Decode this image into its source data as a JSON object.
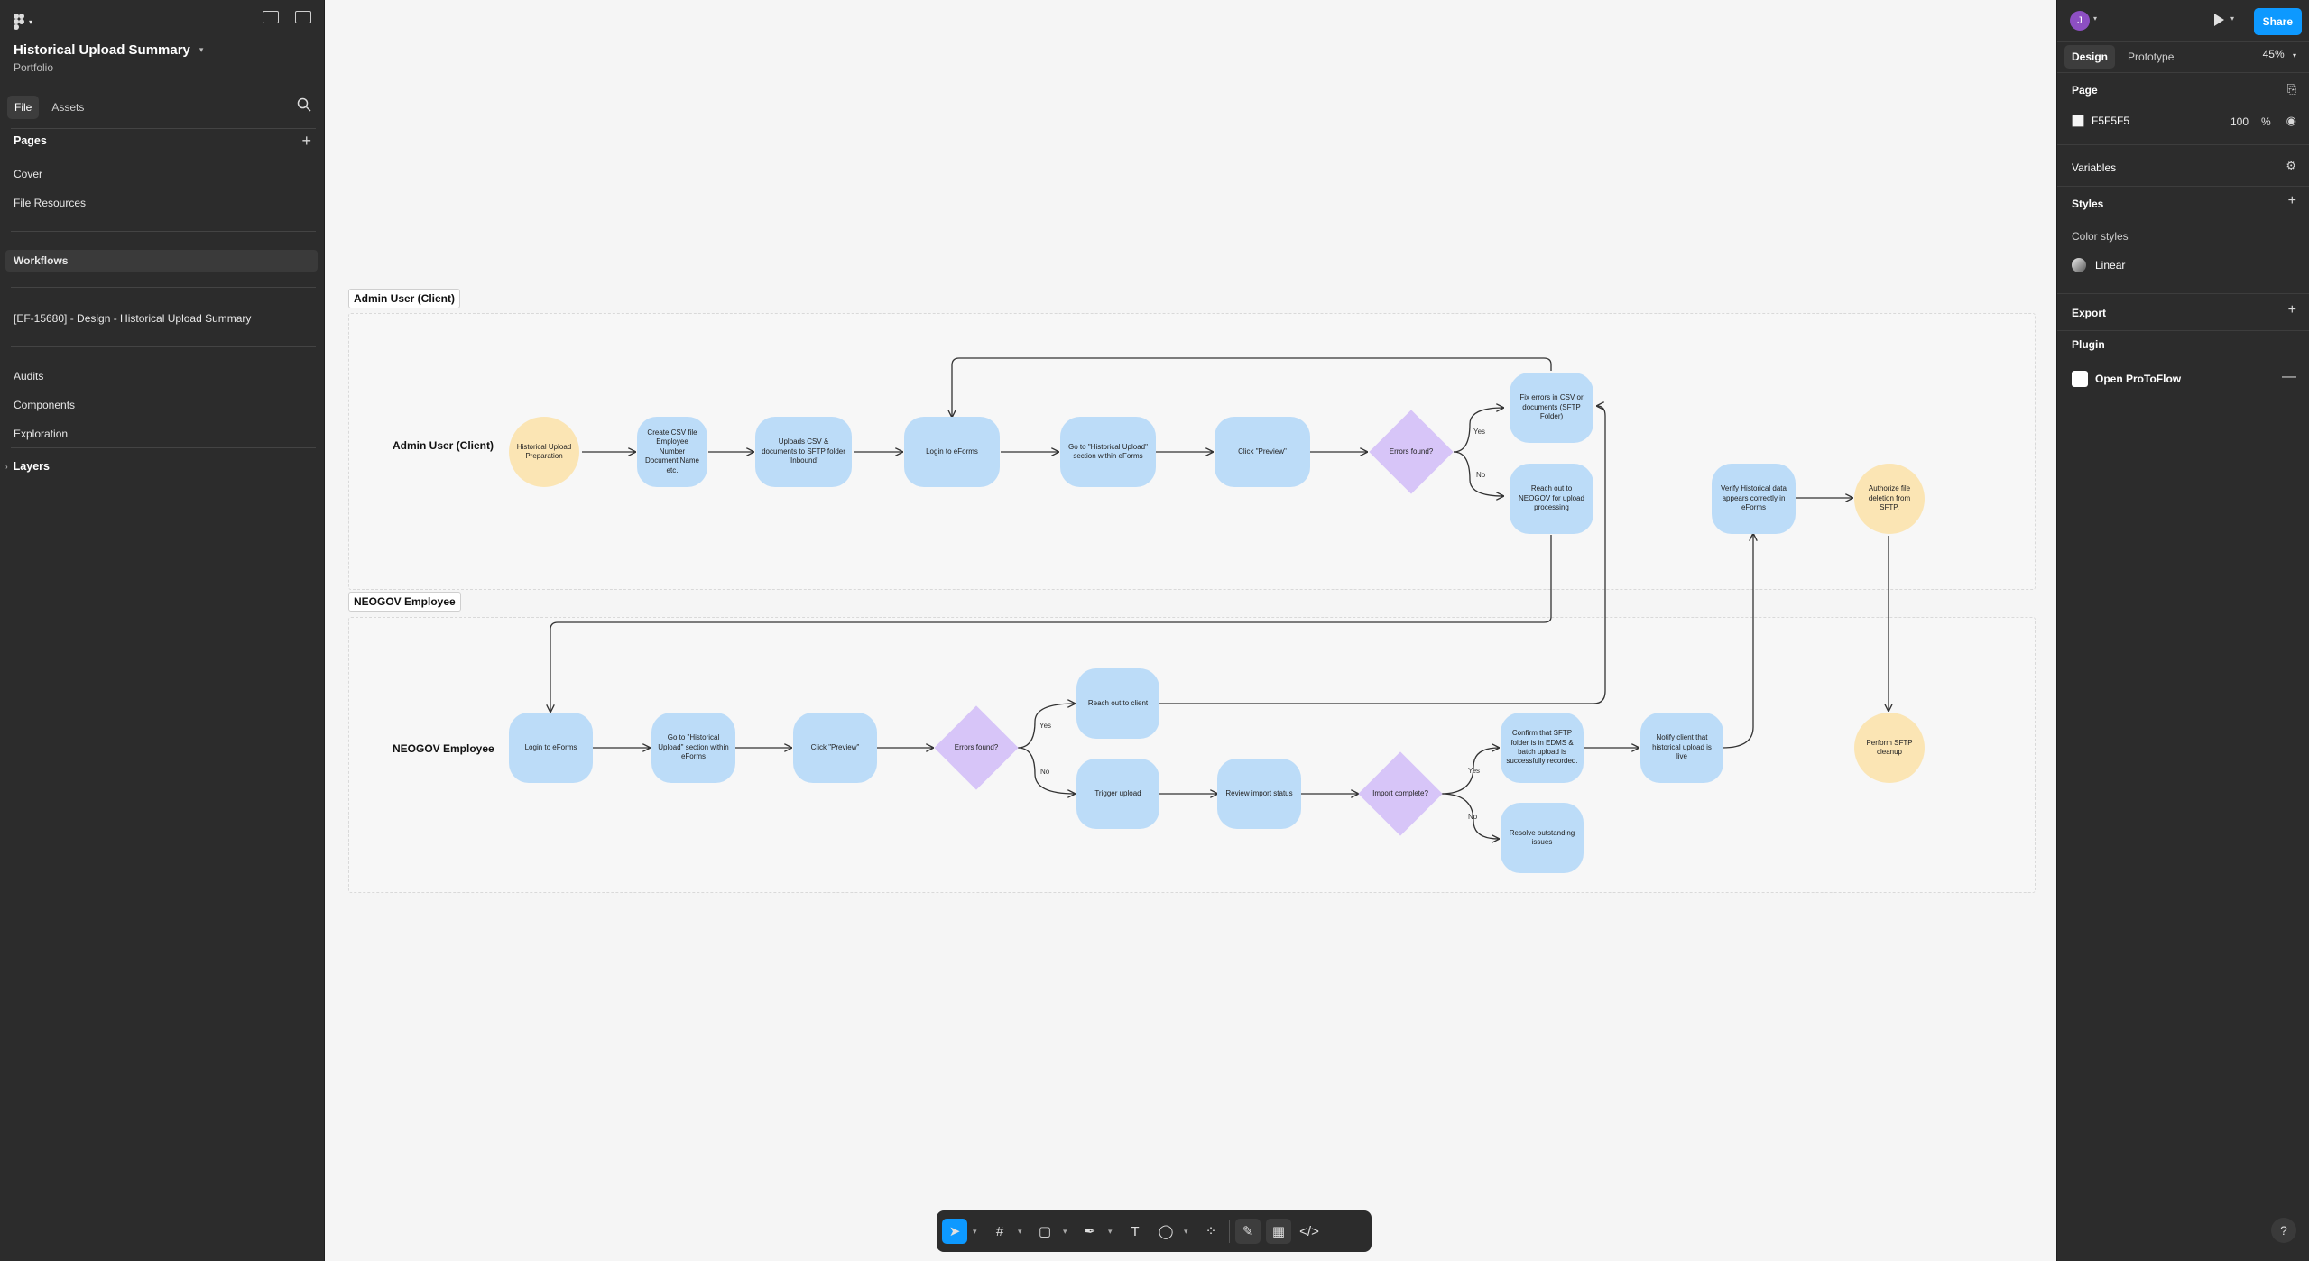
{
  "left_panel": {
    "file_title": "Historical Upload Summary",
    "file_subtitle": "Portfolio",
    "tabs": [
      "File",
      "Assets"
    ],
    "pages_label": "Pages",
    "pages": [
      "Cover",
      "File Resources",
      "Workflows",
      "[EF-15680] - Design - Historical Upload Summary",
      "Audits",
      "Components",
      "Exploration"
    ],
    "layers_label": "Layers"
  },
  "right_panel": {
    "avatar": "J",
    "share": "Share",
    "tabs": [
      "Design",
      "Prototype"
    ],
    "zoom": "45%",
    "page_label": "Page",
    "page_color": "F5F5F5",
    "page_opacity": "100",
    "page_opacity_unit": "%",
    "variables": "Variables",
    "styles": "Styles",
    "color_styles": "Color styles",
    "linear": "Linear",
    "export": "Export",
    "plugin": "Plugin",
    "plugin_name": "Open ProToFlow"
  },
  "lanes": {
    "admin": "Admin User (Client)",
    "neogov": "NEOGOV Employee"
  },
  "nodes": {
    "a1": "Historical Upload Preparation",
    "a2": "Create CSV file Employee Number Document Name etc.",
    "a3": "Uploads CSV & documents to SFTP folder 'Inbound'",
    "a4": "Login to eForms",
    "a5": "Go to \"Historical Upload\" section within eForms",
    "a6": "Click \"Preview\"",
    "a7": "Errors found?",
    "a8": "Fix errors in CSV or documents (SFTP Folder)",
    "a9": "Reach out to NEOGOV for upload processing",
    "a10": "Verify Historical data appears correctly in eForms",
    "a11": "Authorize file deletion from SFTP.",
    "n1": "Login to eForms",
    "n2": "Go to \"Historical Upload\" section within eForms",
    "n3": "Click \"Preview\"",
    "n4": "Errors found?",
    "n5": "Reach out to client",
    "n6": "Trigger upload",
    "n7": "Review import status",
    "n8": "Import complete?",
    "n9": "Confirm that SFTP folder is in EDMS & batch upload is successfully recorded.",
    "n10": "Resolve outstanding issues",
    "n11": "Notify client that historical upload is live",
    "n12": "Perform SFTP cleanup"
  },
  "edge_labels": {
    "yes": "Yes",
    "no": "No"
  },
  "toolbar": {
    "move": "move-tool",
    "frame": "frame-tool",
    "shape": "rectangle-tool",
    "pen": "pen-tool",
    "text": "T",
    "comment": "comment-tool",
    "actions": "actions-tool"
  },
  "help": "?"
}
